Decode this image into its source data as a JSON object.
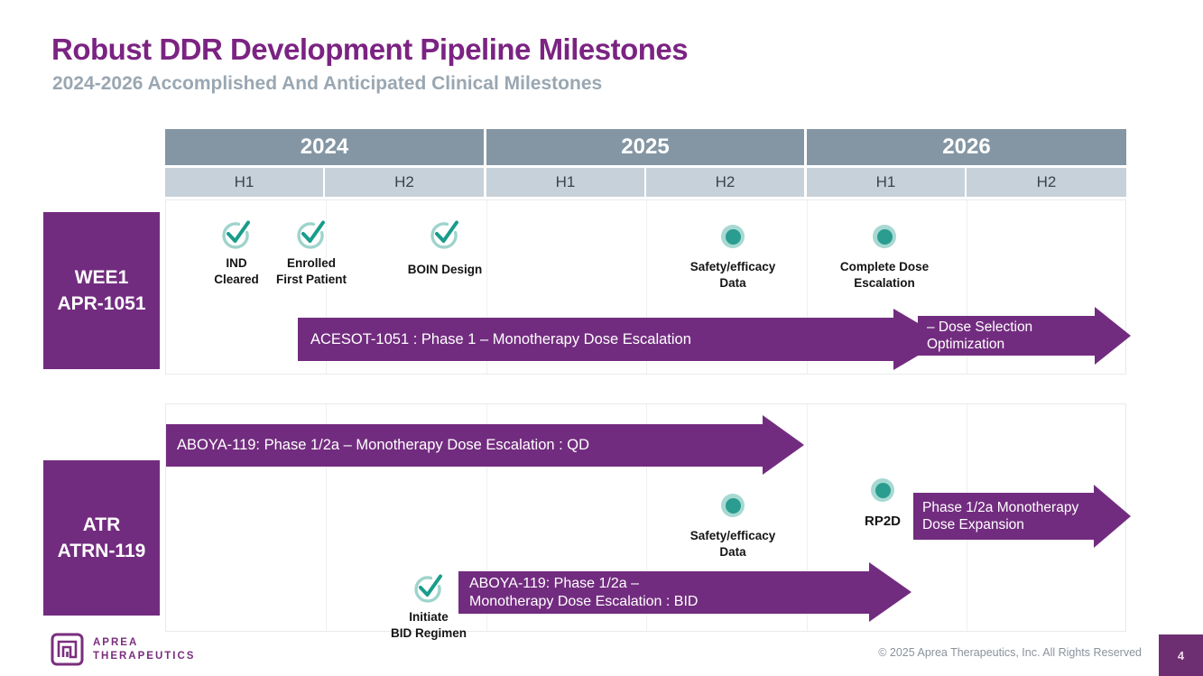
{
  "slide": {
    "title": "Robust DDR Development Pipeline Milestones",
    "subtitle": "2024-2026 Accomplished And Anticipated Clinical Milestones"
  },
  "timeline": {
    "years": [
      "2024",
      "2025",
      "2026"
    ],
    "halves": [
      "H1",
      "H2",
      "H1",
      "H2",
      "H1",
      "H2"
    ]
  },
  "programs": [
    {
      "target": "WEE1",
      "code": "APR-1051",
      "milestones": [
        {
          "icon": "check",
          "line1": "IND",
          "line2": "Cleared"
        },
        {
          "icon": "check",
          "line1": "Enrolled",
          "line2": "First Patient"
        },
        {
          "icon": "check",
          "line1": "BOIN Design",
          "line2": ""
        },
        {
          "icon": "dot",
          "line1": "Safety/efficacy",
          "line2": "Data"
        },
        {
          "icon": "dot",
          "line1": "Complete Dose",
          "line2": "Escalation"
        }
      ],
      "arrows": [
        {
          "line1": "ACESOT-1051 : Phase 1 – Monotherapy Dose Escalation",
          "line2": ""
        },
        {
          "line1": "– Dose Selection",
          "line2": "Optimization"
        }
      ]
    },
    {
      "target": "ATR",
      "code": "ATRN-119",
      "milestones": [
        {
          "icon": "dot",
          "line1": "Safety/efficacy",
          "line2": "Data"
        },
        {
          "icon": "dot",
          "line1": "RP2D",
          "line2": ""
        },
        {
          "icon": "check",
          "line1": "Initiate",
          "line2": "BID Regimen"
        }
      ],
      "arrows": [
        {
          "line1": "ABOYA-119: Phase 1/2a – Monotherapy Dose Escalation : QD",
          "line2": ""
        },
        {
          "line1": "Phase 1/2a  Monotherapy",
          "line2": "Dose Expansion"
        },
        {
          "line1": "ABOYA-119: Phase 1/2a –",
          "line2": "Monotherapy Dose Escalation : BID"
        }
      ]
    }
  ],
  "footer": {
    "logo_line1": "APREA",
    "logo_line2": "THERAPEUTICS",
    "copyright": "© 2025 Aprea Therapeutics, Inc. All Rights Reserved",
    "page_number": "4"
  },
  "colors": {
    "brand_purple": "#722C7F",
    "title_purple": "#7B2382",
    "header_slate": "#8496A4",
    "header_light": "#C7D1D9",
    "teal_check": "#1A9C8B",
    "teal_ring": "#9ED4CC",
    "dot_core": "#2A9C90",
    "dot_halo": "#A7D9D2"
  }
}
